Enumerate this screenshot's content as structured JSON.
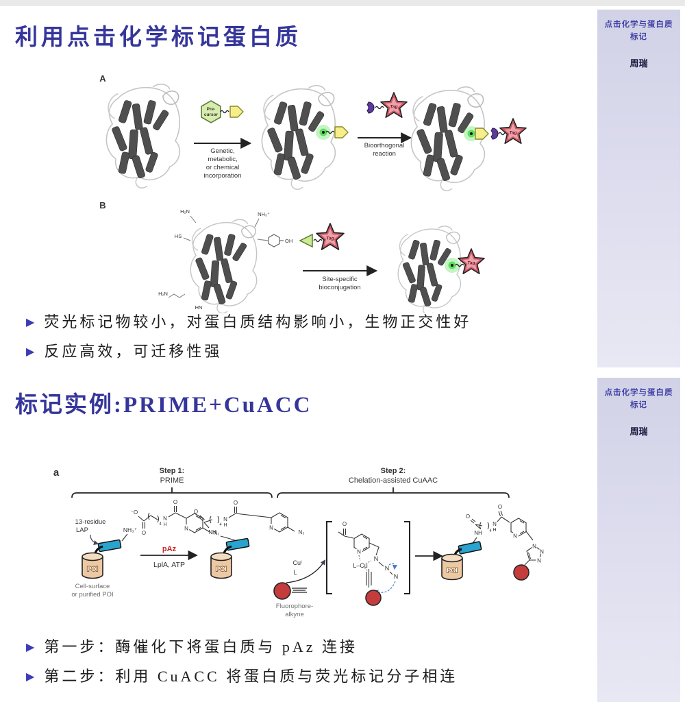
{
  "page": {
    "top_strip_color": "#e9e9e9",
    "background": "#ffffff"
  },
  "sidebar": {
    "title_line1": "点击化学与蛋白质",
    "title_line2": "标记",
    "author": "周瑞"
  },
  "slide1": {
    "title": "利用点击化学标记蛋白质",
    "bullets": [
      "荧光标记物较小，对蛋白质结构影响小，生物正交性好",
      "反应高效，可迁移性强"
    ],
    "figure": {
      "panel_a_label": "A",
      "panel_b_label": "B",
      "precursor_line1": "Pre-",
      "precursor_line2": "cursor",
      "arrow1_lines": [
        "Genetic,",
        "metabolic,",
        "or chemical",
        "incorporation"
      ],
      "arrow2_lines": [
        "Bioorthogonal",
        "reaction"
      ],
      "tag": "Tag",
      "arrow_b_lines": [
        "Site-specific",
        "bioconjugation"
      ],
      "group_h2n": "H₂N",
      "group_nh3": "NH₃⁺",
      "group_hs": "HS",
      "group_hn": "HN",
      "group_oh": "OH"
    }
  },
  "slide2": {
    "title": "标记实例:PRIME+CuACC",
    "bullets": [
      "第一步：酶催化下将蛋白质与 pAz 连接",
      "第二步：利用 CuACC 将蛋白质与荧光标记分子相连"
    ],
    "figure": {
      "panel_label": "a",
      "step1_title": "Step 1:",
      "step1_name": "PRIME",
      "step2_title": "Step 2:",
      "step2_name": "Chelation-assisted CuAAC",
      "lap_line1": "13-residue",
      "lap_line2": "LAP",
      "nh3": "NH₃⁺",
      "poi": "POI",
      "poi_caption_line1": "Cell-surface",
      "poi_caption_line2": "or purified POI",
      "paz": "pAz",
      "enzyme": "LplA, ATP",
      "n3": "N₃",
      "o": "O",
      "o_minus": "⁻O",
      "n": "N",
      "h": "H",
      "nh": "NH",
      "four": "4",
      "cu": "Cuᴵ",
      "ligand": "L",
      "l_cu": "L–Cu",
      "fluorophore_line1": "Fluorophore-",
      "fluorophore_line2": "alkyne"
    }
  },
  "colors": {
    "title": "#35359b",
    "bullet_marker": "#3b3bb8",
    "body_text": "#1c1c1c",
    "sidebar_title": "#4040a6",
    "paz_red": "#cc2222",
    "poi_fill": "#ecc9a2",
    "tag_star": "#cf5a66",
    "blue_rect": "#2aa3cf",
    "fluorophore_red": "#c43c3c",
    "glow_green": "#54da54",
    "precursor_green": "#d8edad",
    "pentagon_yellow": "#f6ee8b",
    "purple_adapter": "#5c3a9c"
  }
}
